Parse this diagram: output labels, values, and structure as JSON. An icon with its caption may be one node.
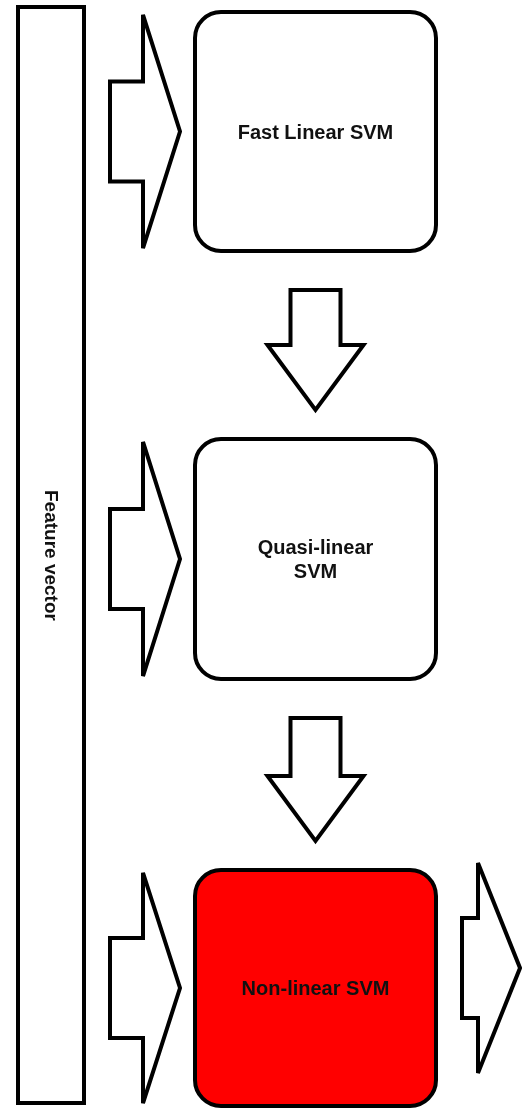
{
  "diagram": {
    "nodes": [
      {
        "text": [
          "Feature vector"
        ]
      },
      {
        "text": [
          "Fast Linear SVM"
        ]
      },
      {
        "text": [
          "Quasi-linear SVM"
        ]
      },
      {
        "text": [
          "Non-linear SVM"
        ]
      }
    ],
    "edges": [
      {
        "from": 0,
        "to": 1,
        "arrow": "to"
      },
      {
        "from": 0,
        "to": 2,
        "arrow": "to"
      },
      {
        "from": 0,
        "to": 3,
        "arrow": "to"
      },
      {
        "from": 1,
        "to": 2,
        "arrow": "to"
      },
      {
        "from": 2,
        "to": 3,
        "arrow": "to"
      },
      {
        "from": 3,
        "to": null,
        "arrow": "to"
      }
    ]
  }
}
